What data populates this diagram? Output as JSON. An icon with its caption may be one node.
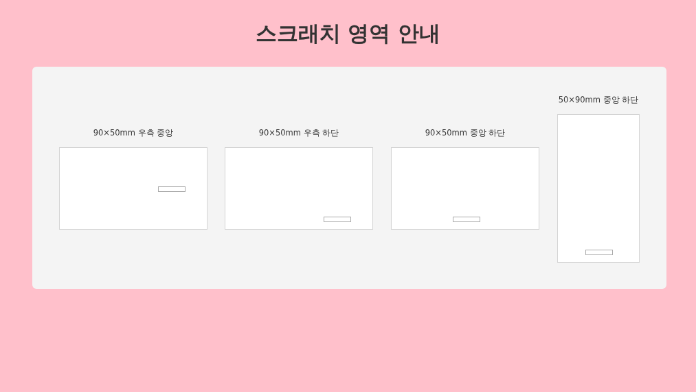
{
  "diagram": {
    "title": "스크래치 영역 안내",
    "nodes": [
      {
        "text": [
          "90×50mm 우측 중앙"
        ]
      },
      {
        "text": [
          "90×50mm 우측 하단"
        ]
      },
      {
        "text": [
          "90×50mm 중앙 하단"
        ]
      },
      {
        "text": [
          "50×90mm 중앙 하단"
        ]
      }
    ]
  }
}
